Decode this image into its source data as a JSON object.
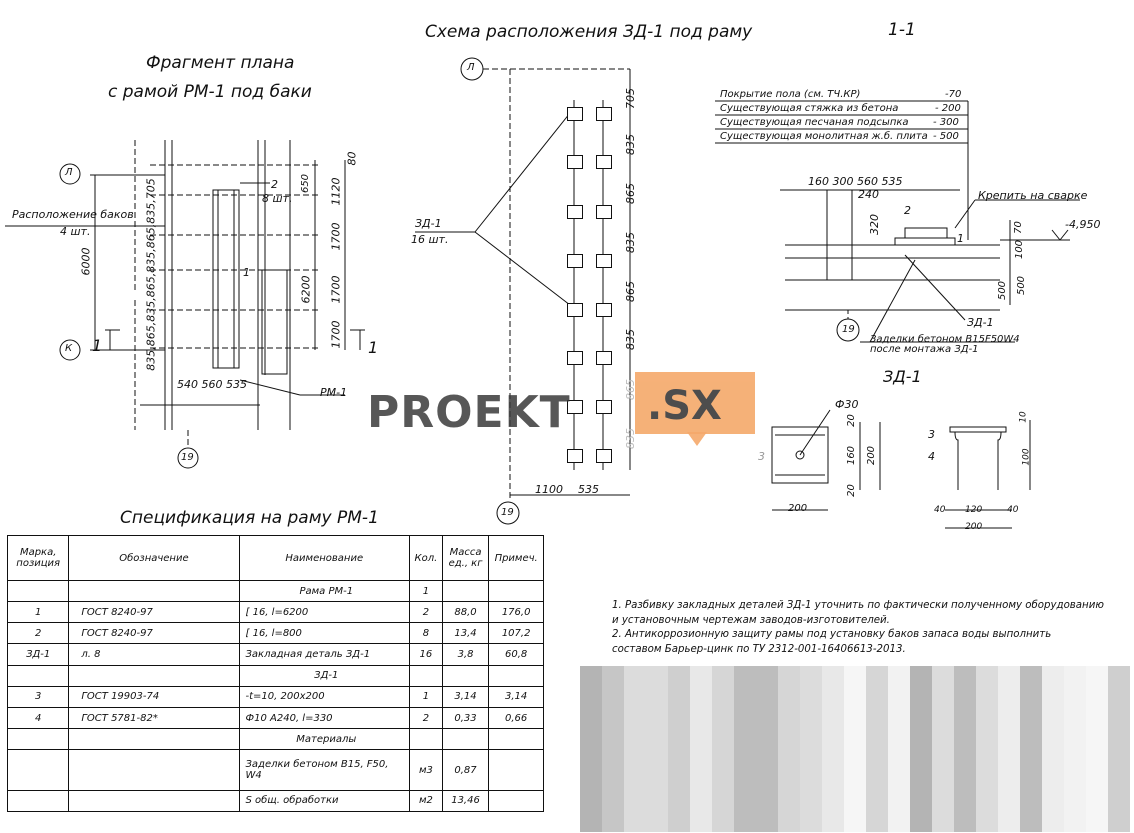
{
  "scheme_title": "Схема расположения ЗД-1 под раму",
  "section_mark": "1-1",
  "plan_title_1": "Фрагмент плана",
  "plan_title_2": "с рамой РМ-1 под баки",
  "plan": {
    "axis_l": "Л",
    "axis_k": "К",
    "axis_19": "19",
    "tanks_label_1": "Расположение баков",
    "tanks_label_2": "4 шт.",
    "dim_6000": "6000",
    "dim_6200": "6200",
    "dim_1120": "1120",
    "dim_1700a": "1700",
    "dim_1700b": "1700",
    "dim_1700c": "1700",
    "dim_80": "80",
    "dim_650": "650",
    "left_dims": "835,865,835,865,835,865,835,705",
    "bottom_dims": "540  560  535",
    "mark_2": "2",
    "mark_8": "8 шт.",
    "mark_1": "1",
    "cut_1a": "1",
    "cut_1b": "1",
    "rm1": "РМ-1"
  },
  "scheme": {
    "axis_l": "Л",
    "axis_19": "19",
    "zd_label": "ЗД-1",
    "zd_count": "16 шт.",
    "dims": [
      "705",
      "835",
      "865",
      "835",
      "865",
      "835",
      "865",
      "835"
    ],
    "dim_1100": "1100",
    "dim_535": "535"
  },
  "section": {
    "layer1": "Покрытие пола (см. ТЧ.КР)",
    "val1": "-70",
    "layer2": "Существующая стяжка из бетона",
    "val2": "- 200",
    "layer3": "Существующая песчаная подсыпка",
    "val3": "- 300",
    "layer4": "Существующая монолитная ж.б. плита",
    "val4": "- 500",
    "dims_top": "160    300  560   535",
    "dim_240": "240",
    "dim_320": "320",
    "mark_2": "2",
    "mark_1": "1",
    "weld": "Крепить на сварке",
    "level": "-4,950",
    "dim_70": "70",
    "dim_100": "100",
    "dim_500a": "500",
    "dim_500b": "500",
    "axis_19": "19",
    "zd_ref": "ЗД-1",
    "conc_1": "Заделки бетоном В15F50W4",
    "conc_2": "после монтажа ЗД-1"
  },
  "zd1": {
    "title": "ЗД-1",
    "phi": "Ф30",
    "d20a": "20",
    "d160": "160",
    "d200v": "200",
    "d20b": "20",
    "d200h": "200",
    "mark_3": "3",
    "mark_3b": "3",
    "mark_4": "4",
    "d10": "10",
    "d100": "100",
    "d40a": "40",
    "d120": "120",
    "d40b": "40",
    "d200h2": "200"
  },
  "spec_title": "Спецификация на раму РМ-1",
  "table": {
    "headers": [
      "Марка, позиция",
      "Обозначение",
      "Наименование",
      "Кол.",
      "Масса ед., кг",
      "Примеч."
    ],
    "rows": [
      [
        "",
        "",
        "Рама РМ-1",
        "1",
        "",
        ""
      ],
      [
        "1",
        "ГОСТ 8240-97",
        "[ 16,   l=6200",
        "2",
        "88,0",
        "176,0"
      ],
      [
        "2",
        "ГОСТ 8240-97",
        "[ 16,   l=800",
        "8",
        "13,4",
        "107,2"
      ],
      [
        "ЗД-1",
        "л. 8",
        "Закладная деталь ЗД-1",
        "16",
        "3,8",
        "60,8"
      ],
      [
        "",
        "",
        "ЗД-1",
        "",
        "",
        ""
      ],
      [
        "3",
        "ГОСТ 19903-74",
        "-t=10, 200х200",
        "1",
        "3,14",
        "3,14"
      ],
      [
        "4",
        "ГОСТ 5781-82*",
        "Ф10 А240, l=330",
        "2",
        "0,33",
        "0,66"
      ],
      [
        "",
        "",
        "Материалы",
        "",
        "",
        ""
      ],
      [
        "",
        "",
        "Заделки бетоном В15, F50, W4",
        "м3",
        "0,87",
        ""
      ],
      [
        "",
        "",
        "S общ. обработки",
        "м2",
        "13,46",
        ""
      ]
    ]
  },
  "notes": [
    "1. Разбивку закладных деталей ЗД-1 уточнить по фактически полученному оборудованию",
    "и установочным чертежам заводов-изготовителей.",
    "2. Антикоррозионную защиту рамы под установку баков запаса воды выполнить",
    "составом Барьер-цинк по ТУ 2312-001-16406613-2013."
  ],
  "watermark": {
    "left": "PROEKT",
    "right": ".SX"
  },
  "colors": {
    "watermark_orange": "#f5a96a",
    "line": "#111111"
  }
}
